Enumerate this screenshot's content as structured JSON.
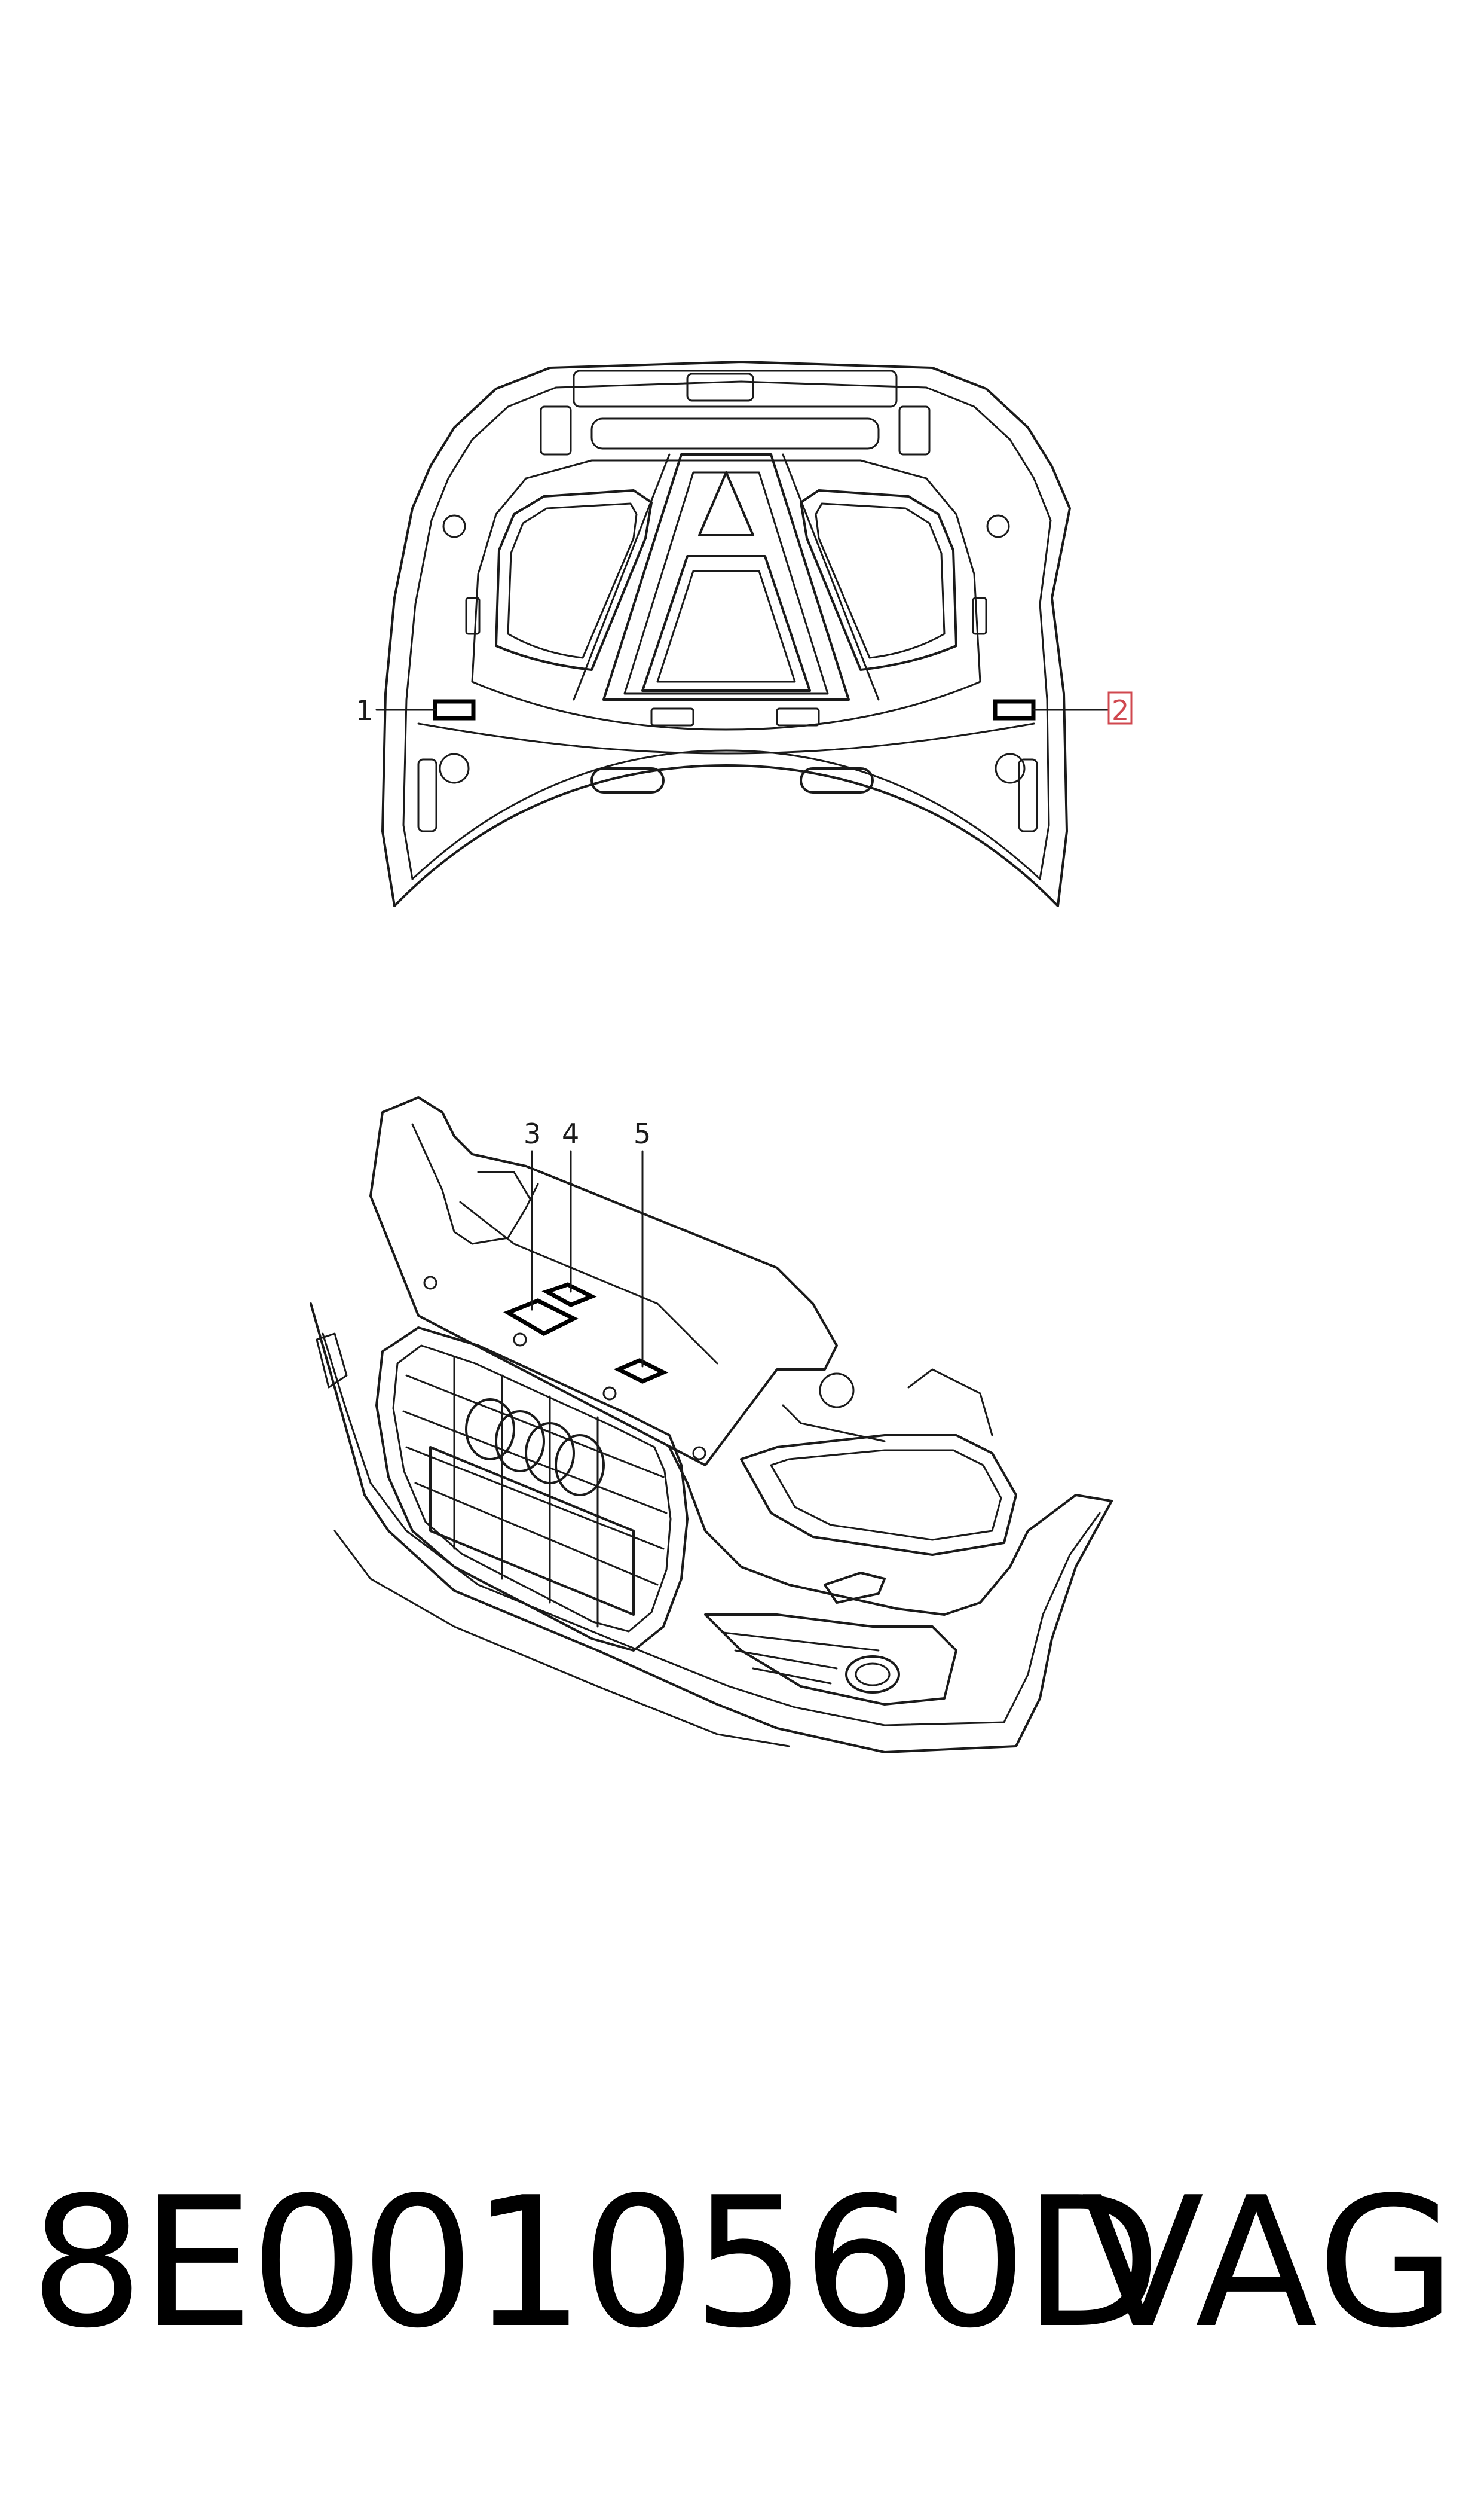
{
  "callouts": [
    {
      "id": "1",
      "label": "1",
      "highlighted": false
    },
    {
      "id": "2",
      "label": "2",
      "highlighted": true
    },
    {
      "id": "3",
      "label": "3",
      "highlighted": false
    },
    {
      "id": "4",
      "label": "4",
      "highlighted": false
    },
    {
      "id": "5",
      "label": "5",
      "highlighted": false
    }
  ],
  "footer": {
    "part_number": "8E0010560D",
    "brand": "VAG"
  },
  "colors": {
    "line": "#1a1a1a",
    "highlight": "#d0484f",
    "background": "#ffffff"
  }
}
